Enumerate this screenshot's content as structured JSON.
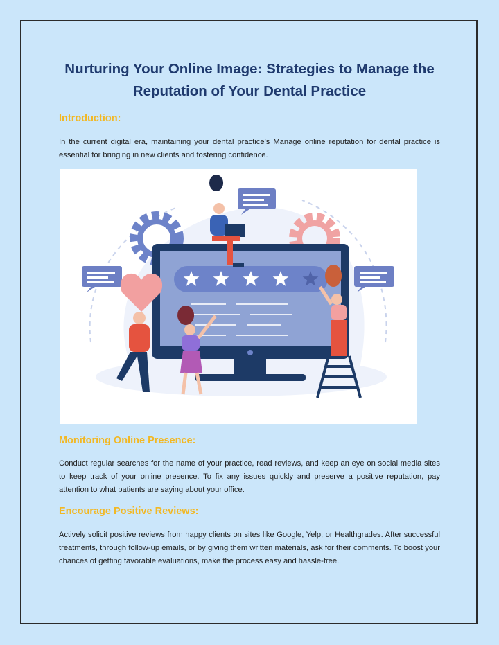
{
  "document": {
    "title": "Nurturing Your Online Image: Strategies to Manage the Reputation of Your Dental Practice",
    "sections": [
      {
        "heading": "Introduction:",
        "body": "In the current digital era, maintaining your dental practice's Manage online reputation for dental practice is essential for bringing in new clients and fostering confidence."
      },
      {
        "heading": "Monitoring Online Presence:",
        "body": "Conduct regular searches for the name of your practice, read reviews, and keep an eye on social media sites to keep track of your online presence. To fix any issues quickly and preserve a positive reputation, pay attention to what patients are saying about your office."
      },
      {
        "heading": "Encourage Positive Reviews:",
        "body": "Actively solicit positive reviews from happy clients on sites like Google, Yelp, or Healthgrades. After successful treatments, through follow-up emails, or by giving them written materials, ask for their comments. To boost your chances of getting favorable evaluations, make the process easy and hassle-free."
      }
    ]
  },
  "illustration": {
    "subject": "online reviews illustration with monitor, five-star rating, people, gears and chat bubbles",
    "stars_filled": 4,
    "stars_total": 5,
    "colors": {
      "monitor": "#1d3a66",
      "screen": "#8fa3d4",
      "gear_left": "#6d83c9",
      "gear_right": "#f0a3a3",
      "heart": "#f2a0a0",
      "chat": "#6d7fc4"
    }
  }
}
